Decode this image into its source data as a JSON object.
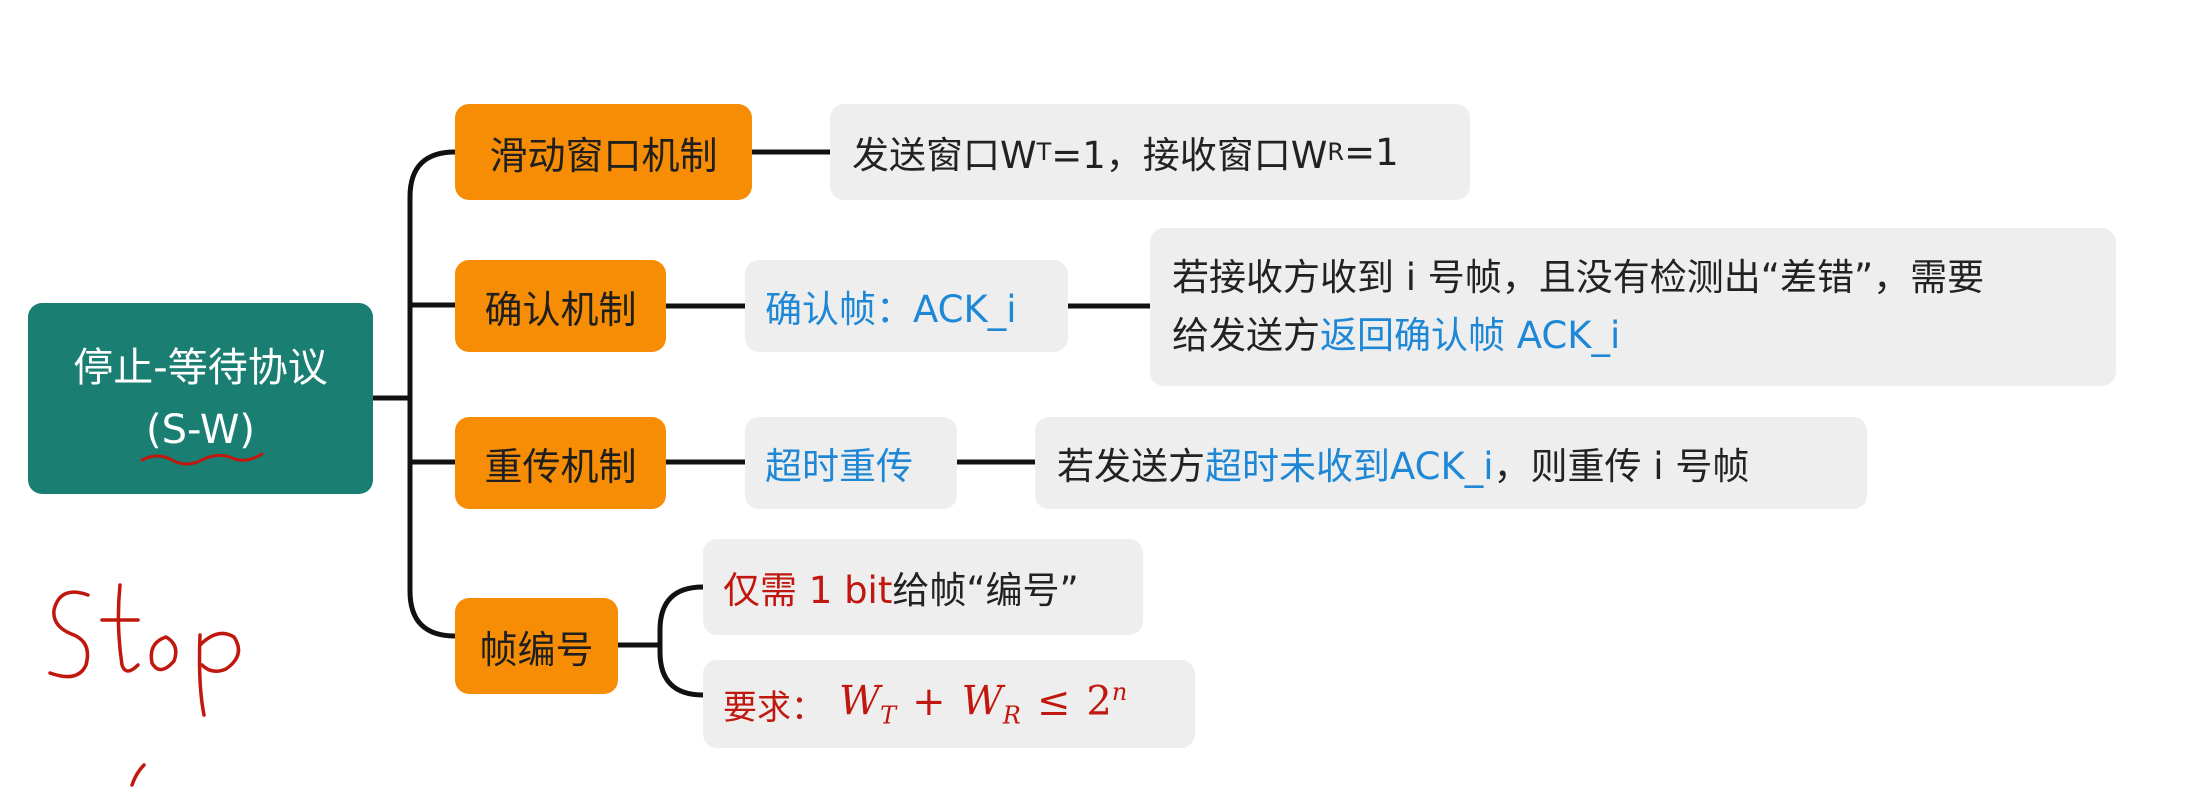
{
  "root": {
    "title": "停止-等待协议",
    "abbr": "(S-W)"
  },
  "mechanisms": [
    {
      "label": "滑动窗口机制"
    },
    {
      "label": "确认机制"
    },
    {
      "label": "重传机制"
    },
    {
      "label": "帧编号"
    }
  ],
  "sliding_window": {
    "send_prefix": "发送窗口W",
    "send_sub": "T",
    "send_suffix": "=1，接收窗口W",
    "recv_sub": "R",
    "recv_suffix": "=1"
  },
  "ack": {
    "frame": "确认帧：ACK_i",
    "desc_line1": "若接收方收到 i 号帧，且没有检测出“差错”，需要",
    "desc_line2_prefix": "给发送方",
    "desc_line2_highlight": "返回确认帧 ACK_i"
  },
  "retransmit": {
    "timeout": "超时重传",
    "desc_prefix": "若发送方",
    "desc_highlight": "超时未收到ACK_i",
    "desc_suffix": "，则重传 i 号帧"
  },
  "numbering": {
    "bit_highlight": "仅需 1 bit",
    "bit_suffix": " 给帧“编号”",
    "req_label": "要求：",
    "w": "W",
    "t": "T",
    "plus": "+",
    "r": "R",
    "le": "≤",
    "two": "2",
    "n": "n"
  },
  "handwriting": {
    "word": "Stop"
  }
}
